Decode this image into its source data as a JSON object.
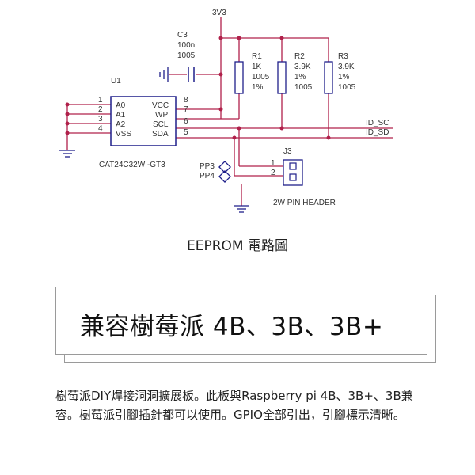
{
  "schematic": {
    "power_label": "3V3",
    "capacitor": {
      "ref": "C3",
      "value": "100n",
      "package": "1005"
    },
    "resistors": [
      {
        "ref": "R1",
        "value": "1K",
        "package": "1005",
        "tolerance": "1%"
      },
      {
        "ref": "R2",
        "value": "3.9K",
        "package": "1005",
        "tolerance": "1%"
      },
      {
        "ref": "R3",
        "value": "3.9K",
        "package": "1005",
        "tolerance": "1%"
      }
    ],
    "ic": {
      "ref": "U1",
      "part": "CAT24C32WI-GT3",
      "left_pins": [
        {
          "num": "1",
          "name": "A0"
        },
        {
          "num": "2",
          "name": "A1"
        },
        {
          "num": "3",
          "name": "A2"
        },
        {
          "num": "4",
          "name": "VSS"
        }
      ],
      "right_pins": [
        {
          "num": "8",
          "name": "VCC"
        },
        {
          "num": "7",
          "name": "WP"
        },
        {
          "num": "6",
          "name": "SCL"
        },
        {
          "num": "5",
          "name": "SDA"
        }
      ]
    },
    "net_labels": [
      "ID_SC",
      "ID_SD"
    ],
    "test_points": [
      "PP3",
      "PP4"
    ],
    "header": {
      "ref": "J3",
      "pins": [
        "1",
        "2"
      ],
      "label": "2W PIN HEADER"
    }
  },
  "caption": "EEPROM 電路圖",
  "compat_title": "兼容樹莓派  4B、3B、3B+",
  "description": "樹莓派DIY焊接洞洞擴展板。此板與Raspberry pi 4B、3B+、3B兼容。樹莓派引腳插針都可以使用。GPIO全部引出，引腳標示清晰。",
  "colors": {
    "wire": "#b0204a",
    "component": "#1f1f8a",
    "text": "#333333"
  }
}
